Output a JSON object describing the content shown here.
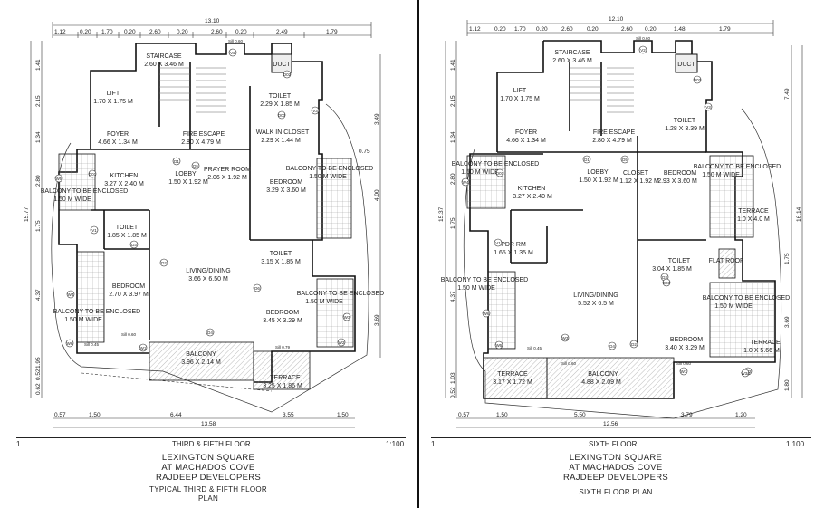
{
  "left": {
    "dims": {
      "top_total": "13.10",
      "top_parts": [
        "1.12",
        "0.20",
        "1.70",
        "0.20",
        "2.60",
        "0.20",
        "2.60",
        "0.20",
        "2.49",
        "1.79"
      ],
      "bottom_parts": [
        "0.57",
        "1.50",
        "6.44",
        "3.55",
        "1.50"
      ],
      "bottom_total": "13.58",
      "left_total": "15.77",
      "left_parts": [
        "1.41",
        "2.15",
        "1.34",
        "2.80",
        "1.75",
        "4.37",
        "1.95",
        "0.52",
        "0.62"
      ],
      "right_parts": [
        "3.49",
        "0.75",
        "4.00",
        "3.69"
      ]
    },
    "rooms": {
      "staircase": {
        "name": "STAIRCASE",
        "size": "2.60 X 3.46 M"
      },
      "lift": {
        "name": "LIFT",
        "size": "1.70 X 1.75 M"
      },
      "duct": "DUCT",
      "toilet_top": {
        "name": "TOILET",
        "size": "2.29 X 1.85 M"
      },
      "foyer": {
        "name": "FOYER",
        "size": "4.66 X 1.34 M"
      },
      "fire_escape": {
        "name": "FIRE ESCAPE",
        "size": "2.80 X 4.79 M"
      },
      "walk_in_closet": {
        "name": "WALK IN CLOSET",
        "size": "2.29 X 1.44 M"
      },
      "kitchen": {
        "name": "KITCHEN",
        "size": "3.27 X 2.40 M"
      },
      "lobby": {
        "name": "LOBBY",
        "size": "1.50 X 1.92 M"
      },
      "prayer_room": {
        "name": "PRAYER ROOM",
        "size": "2.06 X 1.92 M"
      },
      "bedroom_top": {
        "name": "BEDROOM",
        "size": "3.29 X 3.60 M"
      },
      "balcony_enclosed_top_right": {
        "name": "BALCONY TO BE ENCLOSED",
        "size": "1.50 M WIDE"
      },
      "balcony_enclosed_left": {
        "name": "BALCONY TO BE ENCLOSED",
        "size": "1.50 M WIDE"
      },
      "toilet_left": {
        "name": "TOILET",
        "size": "1.85 X 1.85 M"
      },
      "toilet_right": {
        "name": "TOILET",
        "size": "3.15 X 1.85 M"
      },
      "living": {
        "name": "LIVING/DINING",
        "size": "3.66 X 6.50 M"
      },
      "bedroom_left": {
        "name": "BEDROOM",
        "size": "2.70 X 3.97 M"
      },
      "balcony_enclosed_lower_left": {
        "name": "BALCONY TO BE ENCLOSED",
        "size": "1.50 M WIDE"
      },
      "bedroom_right": {
        "name": "BEDROOM",
        "size": "3.45 X 3.29 M"
      },
      "balcony_enclosed_lower_right": {
        "name": "BALCONY TO BE ENCLOSED",
        "size": "1.50 M WIDE"
      },
      "balcony": {
        "name": "BALCONY",
        "size": "3.96 X 2.14 M"
      },
      "terrace": {
        "name": "TERRACE",
        "size": "3.25 X 1.86 M"
      }
    },
    "tags": [
      "D1",
      "D2",
      "D3",
      "D4",
      "D5",
      "D6",
      "V1",
      "V2",
      "V3",
      "W1",
      "W2",
      "W3",
      "W4",
      "W5",
      "W6",
      "D01",
      "D02",
      "D03"
    ],
    "sills": [
      "Sill 0.60",
      "Sill 0.45",
      "Sill 0.79",
      "Sill 0.60"
    ],
    "footer": {
      "num": "1",
      "floor": "THIRD & FIFTH FLOOR",
      "scale": "1:100",
      "project": [
        "LEXINGTON SQUARE",
        "AT MACHADOS COVE",
        "RAJDEEP DEVELOPERS"
      ],
      "plan": [
        "TYPICAL THIRD & FIFTH FLOOR",
        "PLAN"
      ]
    }
  },
  "right": {
    "dims": {
      "top_total": "12.10",
      "top_parts": [
        "1.12",
        "0.20",
        "1.70",
        "0.20",
        "2.60",
        "0.20",
        "2.60",
        "0.20",
        "1.48",
        "1.79"
      ],
      "bottom_parts": [
        "0.57",
        "1.50",
        "5.50",
        "3.79",
        "1.20"
      ],
      "bottom_total": "12.56",
      "left_total": "15.37",
      "left_parts": [
        "1.41",
        "2.15",
        "1.34",
        "2.80",
        "1.75",
        "4.37",
        "1.03",
        "0.52"
      ],
      "right_parts": [
        "7.49",
        "16.14",
        "1.75",
        "3.69",
        "1.80"
      ]
    },
    "rooms": {
      "staircase": {
        "name": "STAIRCASE",
        "size": "2.60 X 3.46 M"
      },
      "lift": {
        "name": "LIFT",
        "size": "1.70 X 1.75 M"
      },
      "duct": "DUCT",
      "toilet_top": {
        "name": "TOILET",
        "size": "1.28 X 3.39 M"
      },
      "foyer": {
        "name": "FOYER",
        "size": "4.66 X 1.34 M"
      },
      "fire_escape": {
        "name": "FIRE ESCAPE",
        "size": "2.80 X 4.79 M"
      },
      "balcony_enclosed_top_left": {
        "name": "BALCONY TO BE ENCLOSED",
        "size": "1.50 M WIDE"
      },
      "lobby": {
        "name": "LOBBY",
        "size": "1.50 X 1.92 M"
      },
      "closet": {
        "name": "CLOSET",
        "size": "1.12 X 1.92 M"
      },
      "bedroom_top": {
        "name": "BEDROOM",
        "size": "2.93 X 3.60 M"
      },
      "balcony_enclosed_top_right": {
        "name": "BALCONY TO BE ENCLOSED",
        "size": "1.50 M WIDE"
      },
      "kitchen": {
        "name": "KITCHEN",
        "size": "3.27 X 2.40 M"
      },
      "terrace_right": {
        "name": "TERRACE",
        "size": "1.0 X 4.0 M"
      },
      "pdr": {
        "name": "PDR RM",
        "size": "1.65 X 1.35 M"
      },
      "toilet_mid": {
        "name": "TOILET",
        "size": "3.04 X 1.85 M"
      },
      "flat_roof": "FLAT ROOF",
      "balcony_enclosed_left": {
        "name": "BALCONY TO BE ENCLOSED",
        "size": "1.50 M WIDE"
      },
      "living": {
        "name": "LIVING/DINING",
        "size": "5.52 X 6.5 M"
      },
      "balcony_enclosed_lower_right": {
        "name": "BALCONY TO BE ENCLOSED",
        "size": "1.50 M WIDE"
      },
      "bedroom_right": {
        "name": "BEDROOM",
        "size": "3.40 X 3.29 M"
      },
      "terrace_lower_right": {
        "name": "TERRACE",
        "size": "1.0 X 5.66 M"
      },
      "terrace_left": {
        "name": "TERRACE",
        "size": "3.17 X 1.72 M"
      },
      "balcony": {
        "name": "BALCONY",
        "size": "4.88 X 2.09 M"
      }
    },
    "tags": [
      "D1",
      "D2",
      "D3",
      "D4",
      "D5",
      "V1",
      "V2",
      "V3",
      "W1",
      "W2",
      "W3",
      "W4",
      "W5",
      "W6",
      "W3a",
      "D01",
      "D02",
      "D03"
    ],
    "sills": [
      "Sill 0.60",
      "Sill 0.45",
      "Sill 0.60",
      "Sill 0.60"
    ],
    "footer": {
      "num": "1",
      "floor": "SIXTH FLOOR",
      "scale": "1:100",
      "project": [
        "LEXINGTON SQUARE",
        "AT MACHADOS COVE",
        "RAJDEEP DEVELOPERS"
      ],
      "plan": [
        "SIXTH FLOOR PLAN"
      ]
    }
  }
}
